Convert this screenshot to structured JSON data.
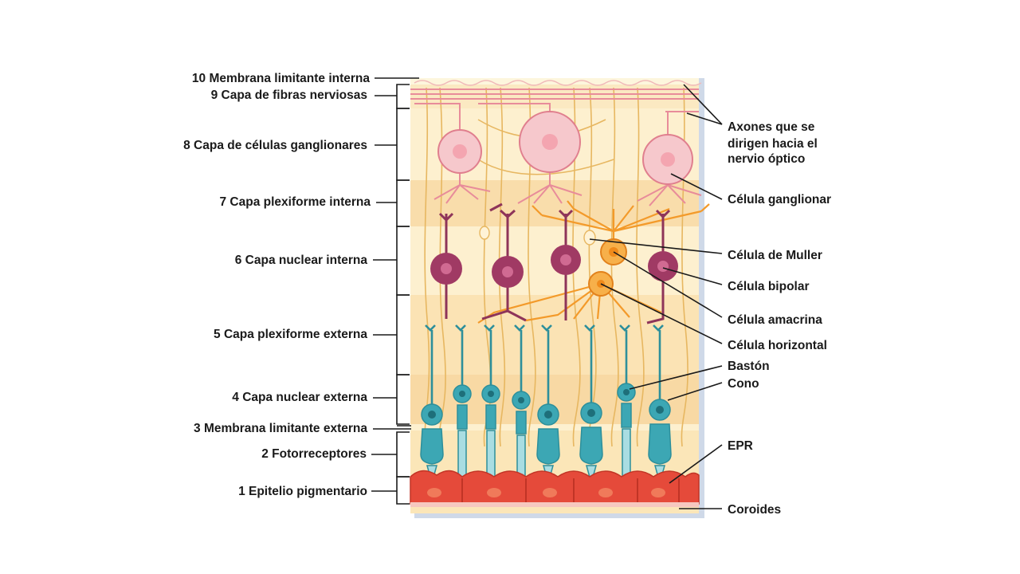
{
  "layers_left": [
    {
      "id": "layer-10",
      "text": "10 Membrana limitante interna"
    },
    {
      "id": "layer-9",
      "text": "9 Capa de fibras nerviosas"
    },
    {
      "id": "layer-8",
      "text": "8 Capa de células ganglionares"
    },
    {
      "id": "layer-7",
      "text": "7 Capa plexiforme interna"
    },
    {
      "id": "layer-6",
      "text": "6 Capa nuclear interna"
    },
    {
      "id": "layer-5",
      "text": "5 Capa plexiforme externa"
    },
    {
      "id": "layer-4",
      "text": "4 Capa nuclear externa"
    },
    {
      "id": "layer-3",
      "text": "3 Membrana limitante externa"
    },
    {
      "id": "layer-2",
      "text": "2 Fotorreceptores"
    },
    {
      "id": "layer-1",
      "text": "1 Epitelio pigmentario"
    }
  ],
  "labels_right": {
    "axons": [
      "Axones que se",
      "dirigen hacia el",
      "nervio óptico"
    ],
    "ganglion": "Célula ganglionar",
    "muller": "Célula de Muller",
    "bipolar": "Célula bipolar",
    "amacrine": "Célula amacrina",
    "horizontal": "Célula horizontal",
    "rod": "Bastón",
    "cone": "Cono",
    "rpe": "EPR",
    "choroid": "Coroides"
  },
  "colors": {
    "background_tissue": "#fbe6b8",
    "band_light": "#fdf0cf",
    "band_dark": "#f8d9a4",
    "ganglion_cell": "#f2bcc2",
    "ganglion_outline": "#e07f8e",
    "bipolar_cell": "#a03a64",
    "amacrine_horizontal": "#f39a2a",
    "photoreceptor": "#3ca7b4",
    "epithelium": "#e54a3a",
    "choroid_edge": "#cfd9e8",
    "leader_line": "#1a1a1a"
  }
}
